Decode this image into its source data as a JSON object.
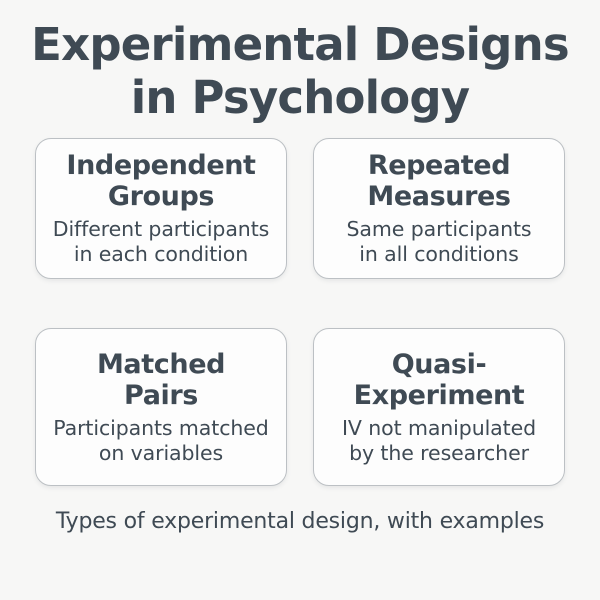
{
  "page": {
    "background_color": "#f7f7f6",
    "text_color": "#3f4a54",
    "card_background_color": "#fdfdfd",
    "card_border_color": "#bcc0c4"
  },
  "title": {
    "line1": "Experimental Designs",
    "line2": "in Psychology"
  },
  "cards": [
    {
      "heading": "Independent\nGroups",
      "body": "Different participants\nin each condition"
    },
    {
      "heading": "Repeated\nMeasures",
      "body": "Same participants\nin all conditions"
    },
    {
      "heading": "Matched\nPairs",
      "body": "Participants matched\non variables"
    },
    {
      "heading": "Quasi-\nExperiment",
      "body": "IV not manipulated\nby the researcher"
    }
  ],
  "caption": {
    "text": "Types of experimental design, with examples"
  }
}
